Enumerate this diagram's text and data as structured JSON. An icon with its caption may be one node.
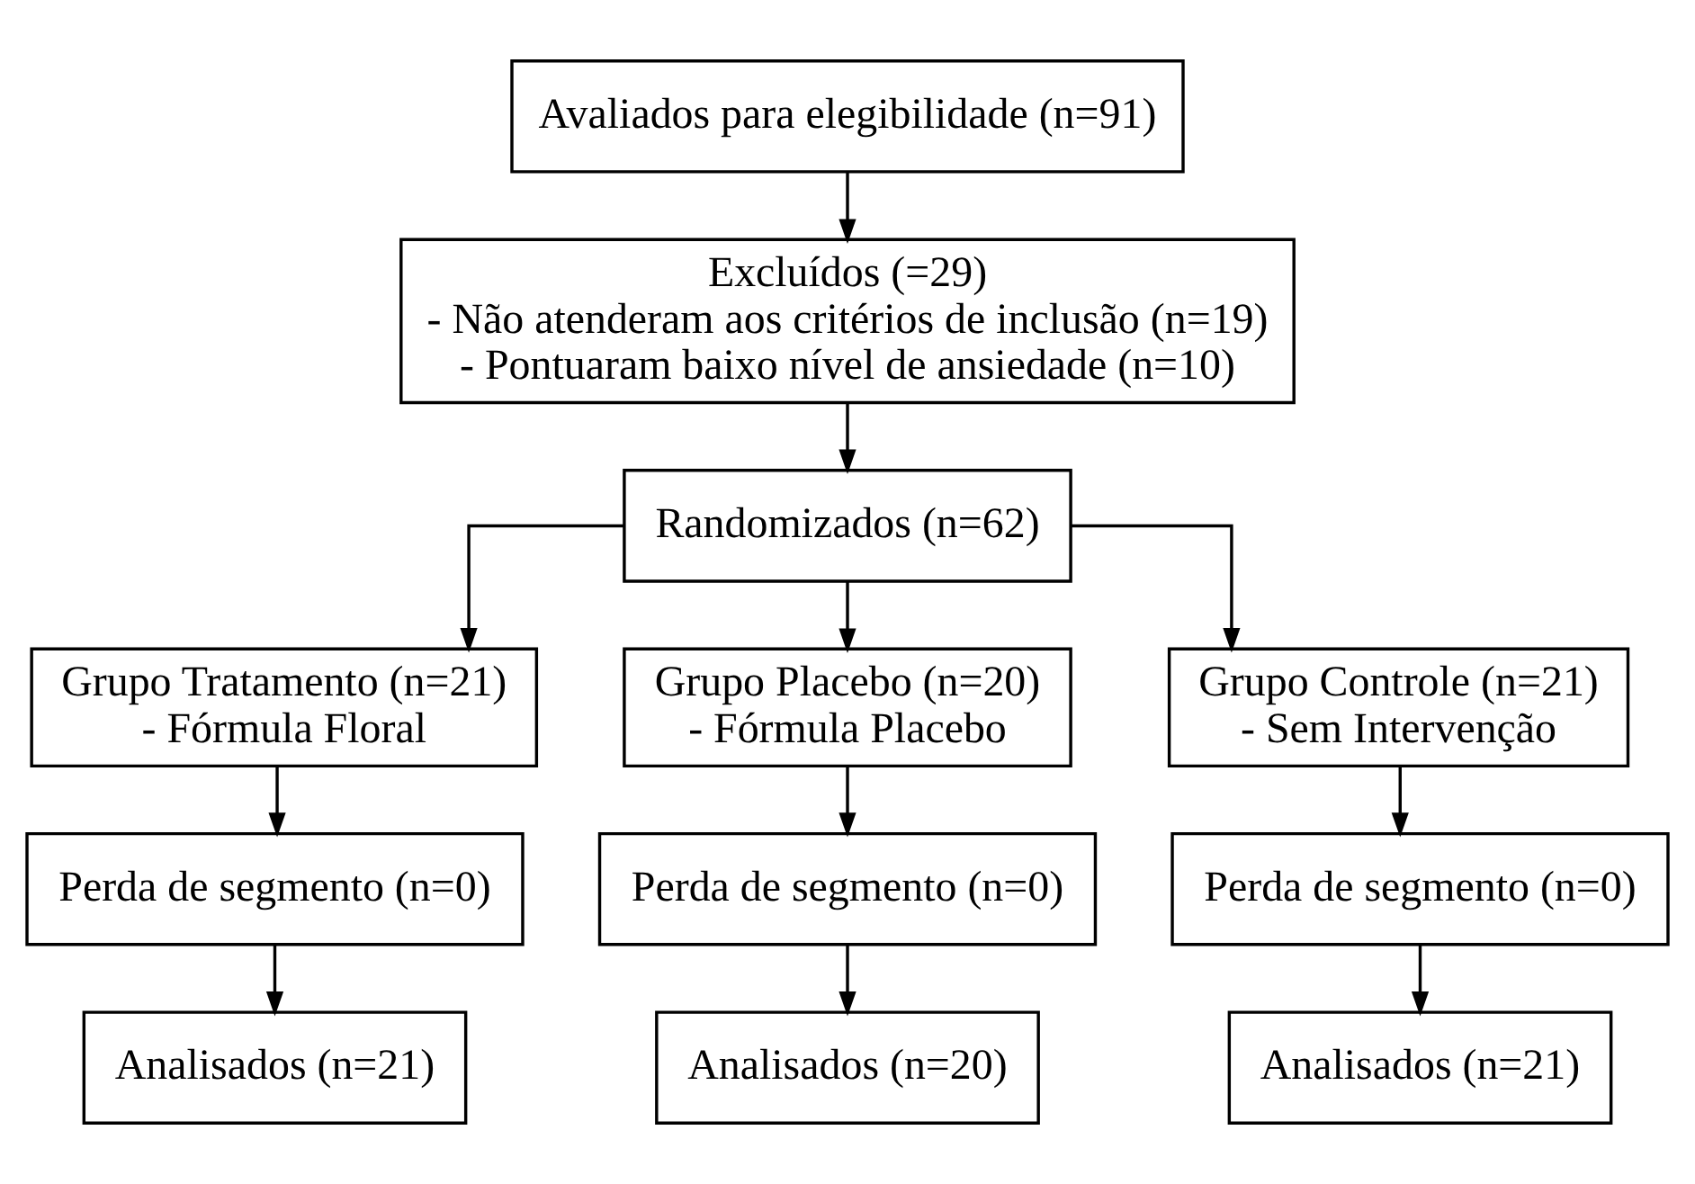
{
  "diagram": {
    "nodes": [
      {
        "text": [
          "Avaliados para elegibilidade (n=91)"
        ]
      },
      {
        "text": [
          "Excluídos (=29)",
          "- Não atenderam aos critérios de inclusão (n=19)",
          "- Pontuaram baixo nível de ansiedade (n=10)"
        ]
      },
      {
        "text": [
          "Randomizados (n=62)"
        ]
      },
      {
        "text": [
          "Grupo Tratamento (n=21)",
          "- Fórmula Floral"
        ]
      },
      {
        "text": [
          "Grupo Placebo (n=20)",
          "- Fórmula Placebo"
        ]
      },
      {
        "text": [
          "Grupo Controle (n=21)",
          "- Sem Intervenção"
        ]
      },
      {
        "text": [
          "Perda de segmento (n=0)"
        ]
      },
      {
        "text": [
          "Perda de segmento (n=0)"
        ]
      },
      {
        "text": [
          "Perda de segmento (n=0)"
        ]
      },
      {
        "text": [
          "Analisados (n=21)"
        ]
      },
      {
        "text": [
          "Analisados (n=20)"
        ]
      },
      {
        "text": [
          "Analisados (n=21)"
        ]
      }
    ],
    "edges": [
      {
        "from": 0,
        "to": 1,
        "arrow": "to"
      },
      {
        "from": 1,
        "to": 2,
        "arrow": "to"
      },
      {
        "from": 2,
        "to": 3,
        "arrow": "to"
      },
      {
        "from": 2,
        "to": 4,
        "arrow": "to"
      },
      {
        "from": 2,
        "to": 5,
        "arrow": "to"
      },
      {
        "from": 3,
        "to": 6,
        "arrow": "to"
      },
      {
        "from": 4,
        "to": 7,
        "arrow": "to"
      },
      {
        "from": 5,
        "to": 8,
        "arrow": "to"
      },
      {
        "from": 6,
        "to": 9,
        "arrow": "to"
      },
      {
        "from": 7,
        "to": 10,
        "arrow": "to"
      },
      {
        "from": 8,
        "to": 11,
        "arrow": "to"
      }
    ]
  }
}
